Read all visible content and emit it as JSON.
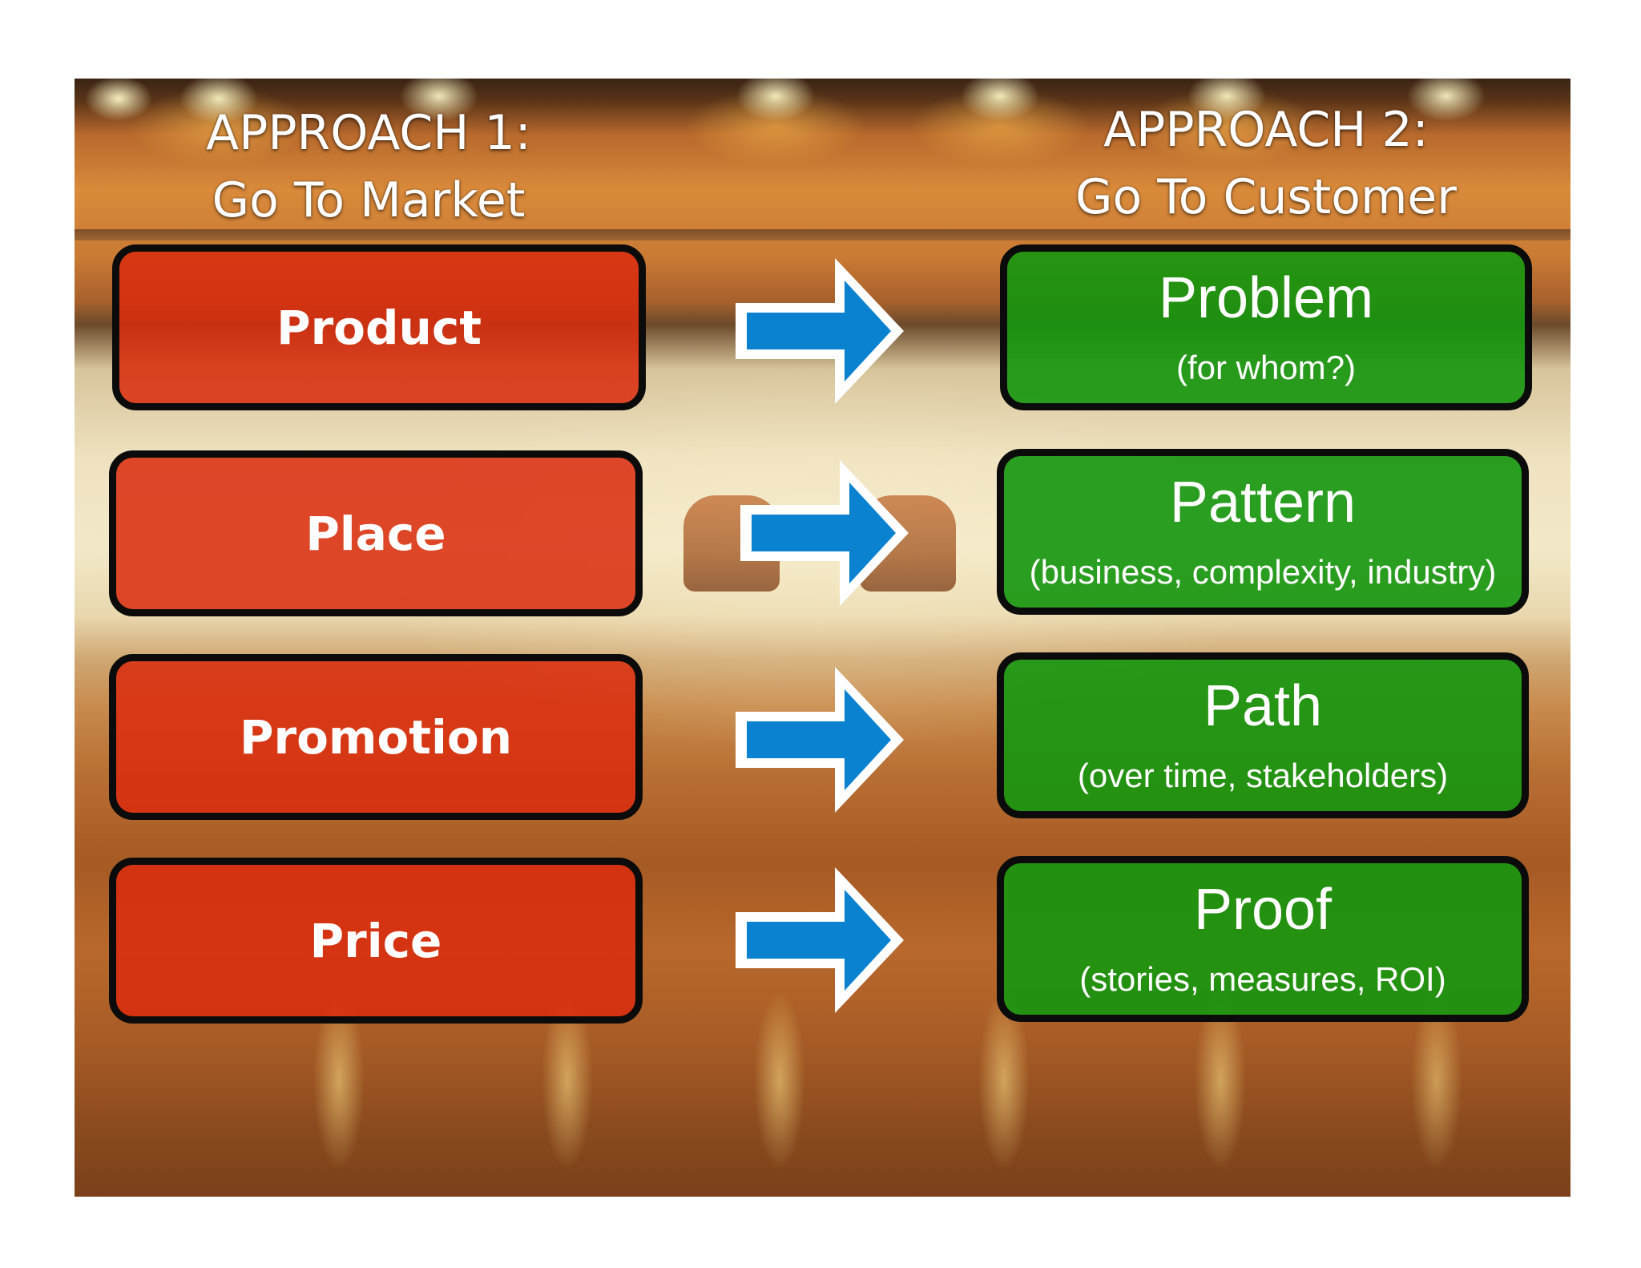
{
  "approach1": {
    "heading_line1": "APPROACH 1:",
    "heading_line2": "Go To Market",
    "items": [
      "Product",
      "Place",
      "Promotion",
      "Price"
    ]
  },
  "approach2": {
    "heading_line1": "APPROACH 2:",
    "heading_line2": "Go To Customer",
    "items": [
      {
        "title": "Problem",
        "subtitle": "(for whom?)"
      },
      {
        "title": "Pattern",
        "subtitle": "(business, complexity, industry)"
      },
      {
        "title": "Path",
        "subtitle": "(over time, stakeholders)"
      },
      {
        "title": "Proof",
        "subtitle": "(stories, measures, ROI)"
      }
    ]
  },
  "colors": {
    "approach1_box": "#da2c0e",
    "approach2_box": "#14960e",
    "arrow": "#0a82d0",
    "box_border": "#0b0b0b"
  },
  "icons": {
    "arrow": "right-arrow-icon"
  }
}
